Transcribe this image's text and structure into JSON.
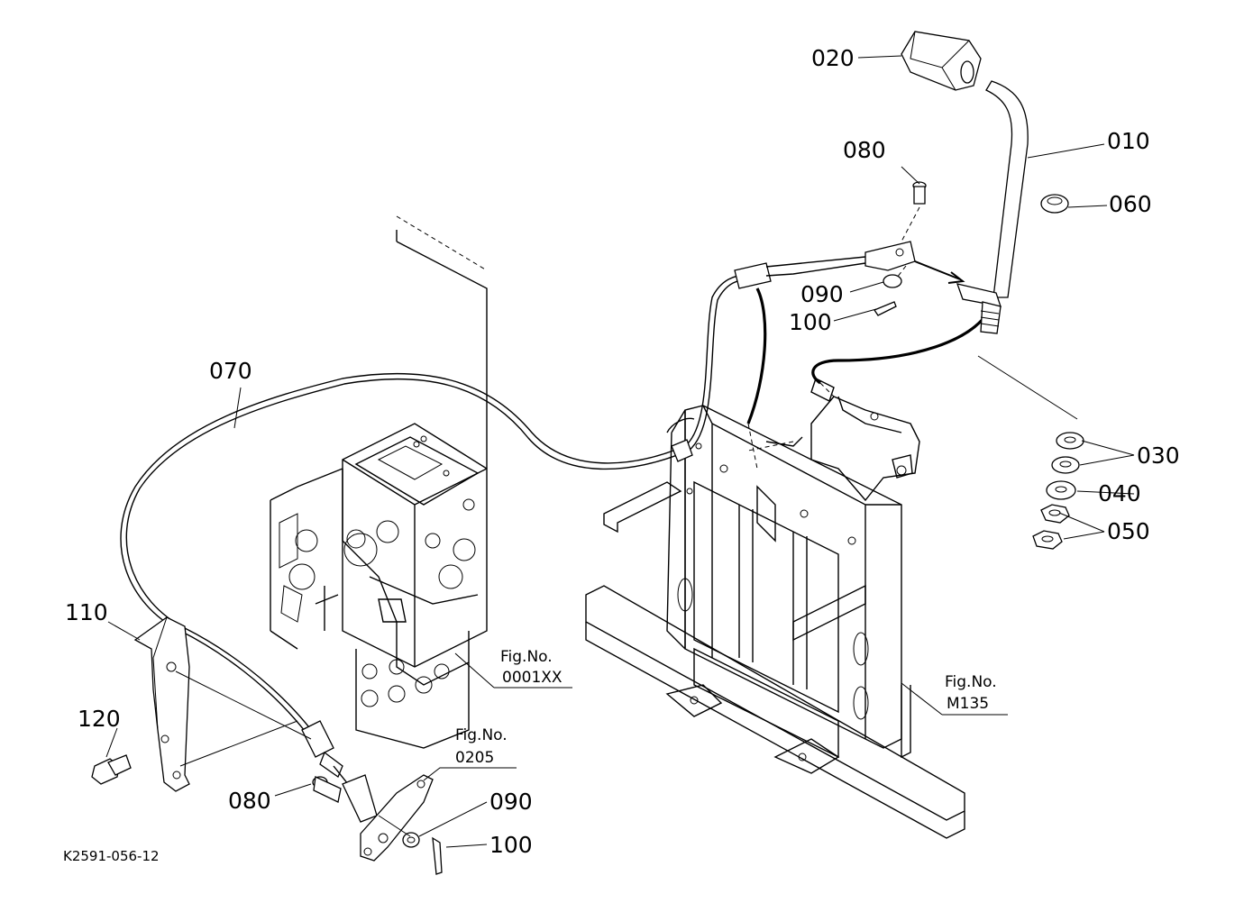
{
  "labels": {
    "l020": "020",
    "l010": "010",
    "l080_top": "080",
    "l060": "060",
    "l090_top": "090",
    "l100_top": "100",
    "l070": "070",
    "l030": "030",
    "l040": "040",
    "l050": "050",
    "l110": "110",
    "l120": "120",
    "l080_bottom": "080",
    "l090_bottom": "090",
    "l100_bottom": "100"
  },
  "fig_refs": {
    "engine": {
      "title": "Fig.No.",
      "number": "0001XX"
    },
    "bracket": {
      "title": "Fig.No.",
      "number": "0205"
    },
    "frame": {
      "title": "Fig.No.",
      "number": "M135"
    }
  },
  "drawing_code": "K2591-056-12"
}
